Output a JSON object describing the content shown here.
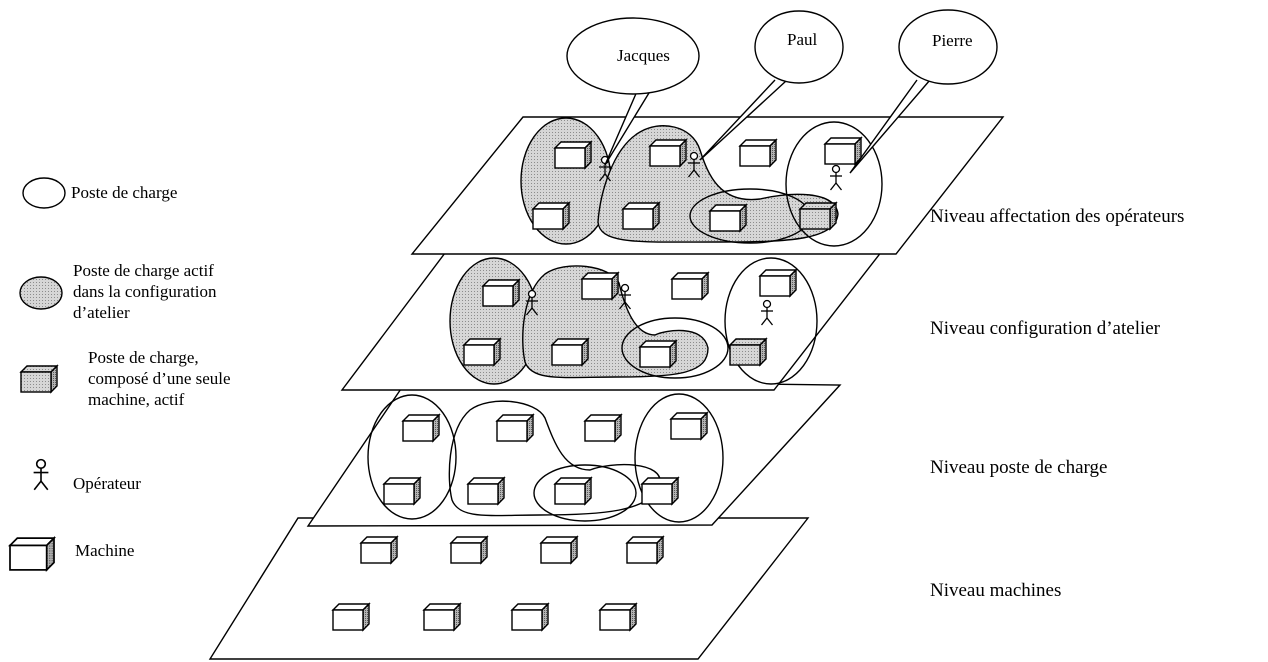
{
  "legend": {
    "workstation": "Poste de charge",
    "active_workstation": [
      "Poste de charge actif",
      "dans la configuration",
      "d’atelier"
    ],
    "single_machine_workstation": [
      "Poste de charge,",
      "composé d’une seule",
      "machine,  actif"
    ],
    "operator": "Opérateur",
    "machine": "Machine"
  },
  "levels": {
    "operators": "Niveau affectation des opérateurs",
    "configuration": "Niveau configuration d’atelier",
    "workstation": "Niveau poste de charge",
    "machines": "Niveau machines"
  },
  "operators": [
    "Jacques",
    "Paul",
    "Pierre"
  ],
  "colors": {
    "active_fill": "#c8c8c8",
    "machine_side": "#9a9a9a",
    "line": "#000000"
  }
}
